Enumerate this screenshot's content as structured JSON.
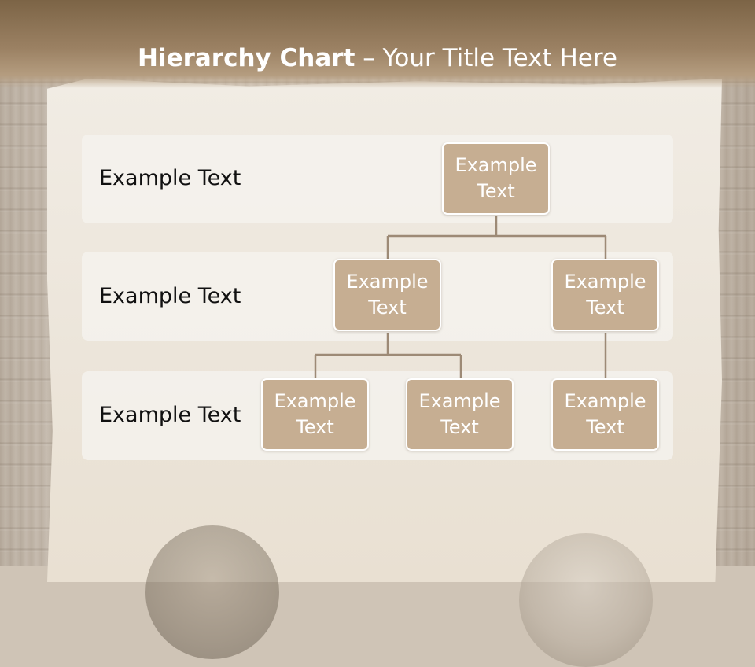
{
  "colors": {
    "title_bar": "#8d7354",
    "node_fill": "#c6ae92",
    "node_border": "#ffffff",
    "connector": "#9d8a76",
    "row_band": "#f5f2ed"
  },
  "title": {
    "bold_part": "Hierarchy Chart",
    "rest": " – Your Title Text Here"
  },
  "rows": [
    {
      "label": "Example Text"
    },
    {
      "label": "Example Text"
    },
    {
      "label": "Example Text"
    }
  ],
  "nodes": {
    "root": "Example\nText",
    "level2_left": "Example\nText",
    "level2_right": "Example\nText",
    "level3_a": "Example\nText",
    "level3_b": "Example\nText",
    "level3_c": "Example\nText"
  }
}
